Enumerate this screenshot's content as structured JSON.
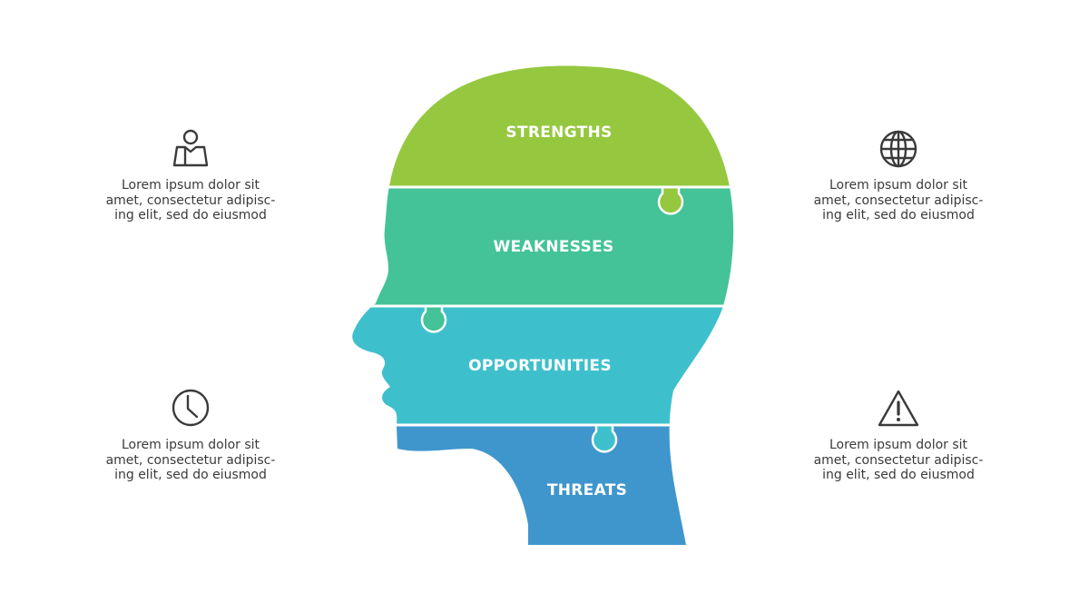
{
  "diagram": {
    "segments": [
      {
        "id": "strengths",
        "label": "STRENGTHS",
        "color": "#95c83f"
      },
      {
        "id": "weaknesses",
        "label": "WEAKNESSES",
        "color": "#43c397"
      },
      {
        "id": "opportunities",
        "label": "OPPORTUNITIES",
        "color": "#3ec0cc"
      },
      {
        "id": "threats",
        "label": "THREATS",
        "color": "#3f96cd"
      }
    ]
  },
  "callouts": [
    {
      "icon": "person-map-icon",
      "lines": [
        "Lorem ipsum dolor sit",
        "amet, consectetur adipisc-",
        "ing elit, sed do eiusmod"
      ]
    },
    {
      "icon": "globe-icon",
      "lines": [
        "Lorem ipsum dolor sit",
        "amet, consectetur adipisc-",
        "ing elit, sed do eiusmod"
      ]
    },
    {
      "icon": "clock-icon",
      "lines": [
        "Lorem ipsum dolor sit",
        "amet, consectetur adipisc-",
        "ing elit, sed do eiusmod"
      ]
    },
    {
      "icon": "warning-triangle-icon",
      "lines": [
        "Lorem ipsum dolor sit",
        "amet, consectetur adipisc-",
        "ing elit, sed do eiusmod"
      ]
    }
  ],
  "colors": {
    "icon_stroke": "#3a3a3a",
    "text": "#3a3a3a",
    "divider": "#ffffff"
  }
}
